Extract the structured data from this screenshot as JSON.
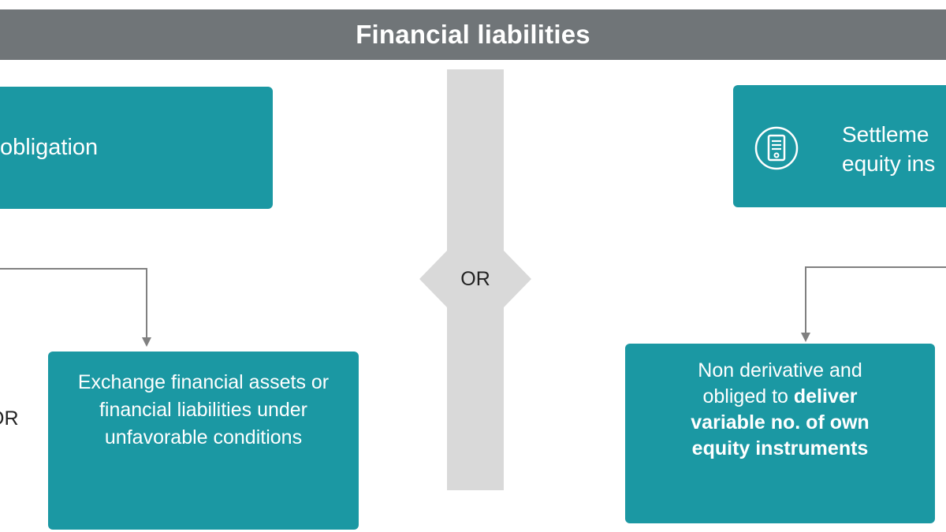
{
  "header": {
    "title": "Financial liabilities"
  },
  "left": {
    "top_box_text": "obligation",
    "bottom_box_lines": [
      "Exchange financial assets or",
      "financial liabilities under",
      "unfavorable conditions"
    ],
    "or_label": "OR"
  },
  "center": {
    "or_label": "OR"
  },
  "right": {
    "top_box_lines": [
      "Settleme",
      "equity ins"
    ],
    "bottom_box": {
      "line1": "Non derivative and",
      "line2_plain": "obliged to ",
      "line2_bold": "deliver",
      "line3_bold": "variable no. of own",
      "line4_bold": "equity instruments"
    }
  },
  "colors": {
    "header_bg": "#707578",
    "box_teal": "#1b98a3",
    "divider_gray": "#d9d9d9",
    "connector_gray": "#808080"
  },
  "icons": {
    "document": "document-icon"
  }
}
